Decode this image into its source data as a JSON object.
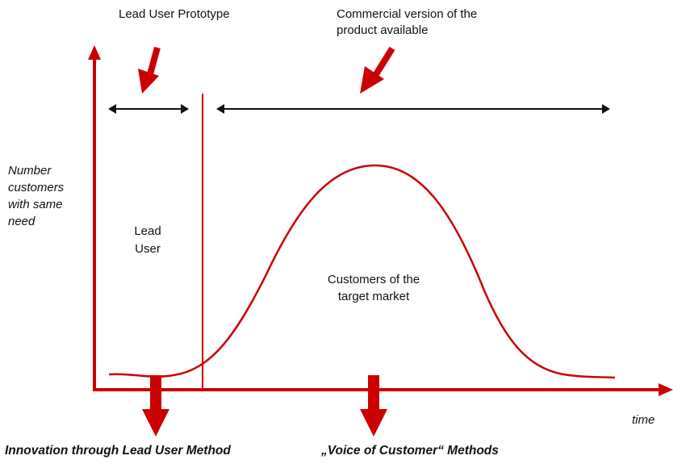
{
  "labels": {
    "prototype": "Lead User Prototype",
    "commercial_line1": "Commercial version of the",
    "commercial_line2": "product available",
    "y_axis": [
      "Number",
      "customers",
      "with same",
      "need"
    ],
    "lead_user": [
      "Lead",
      "User"
    ],
    "target_market": [
      "Customers of the",
      "target market"
    ],
    "x_axis": "time",
    "method_left": "Innovation through Lead User Method",
    "method_right": "„Voice of Customer“ Methods"
  },
  "colors": {
    "accent": "#cc0000",
    "text": "#111111"
  }
}
